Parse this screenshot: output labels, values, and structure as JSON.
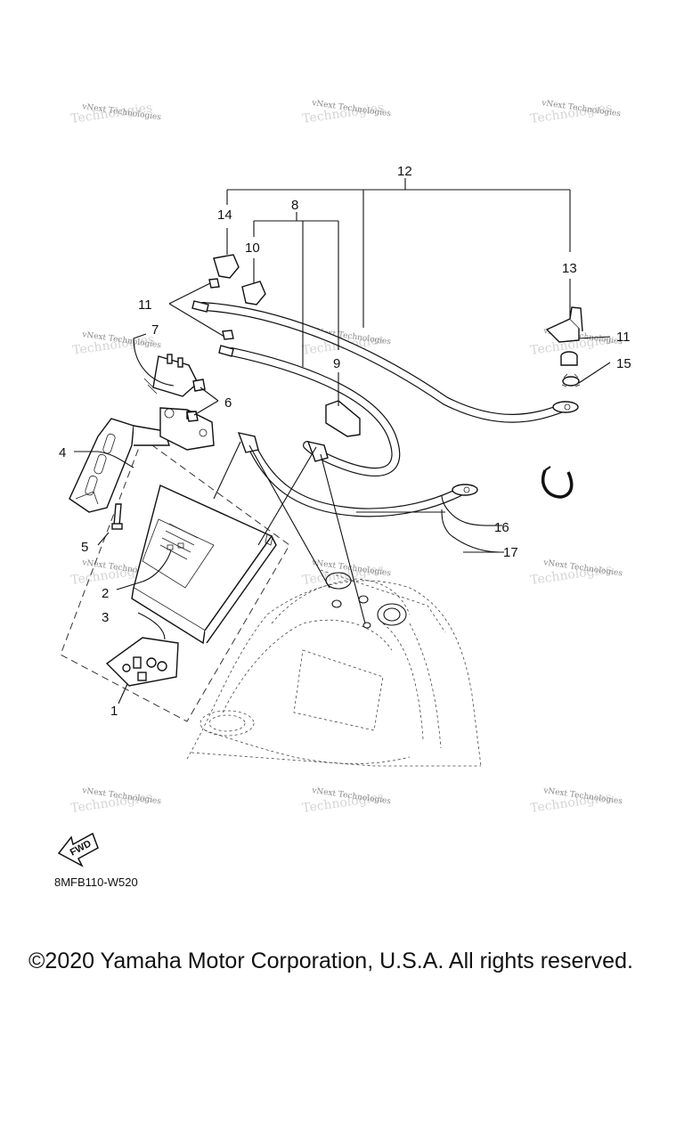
{
  "diagram": {
    "callouts": [
      "1",
      "2",
      "3",
      "4",
      "5",
      "6",
      "7",
      "8",
      "9",
      "10",
      "11",
      "11",
      "12",
      "13",
      "14",
      "15",
      "16",
      "17"
    ],
    "watermark": "vNext Technologies",
    "fwd_label": "FWD",
    "drawing_code": "8MFB110-W520"
  },
  "footer": {
    "copyright": "©2020 Yamaha Motor Corporation, U.S.A. All rights reserved."
  }
}
